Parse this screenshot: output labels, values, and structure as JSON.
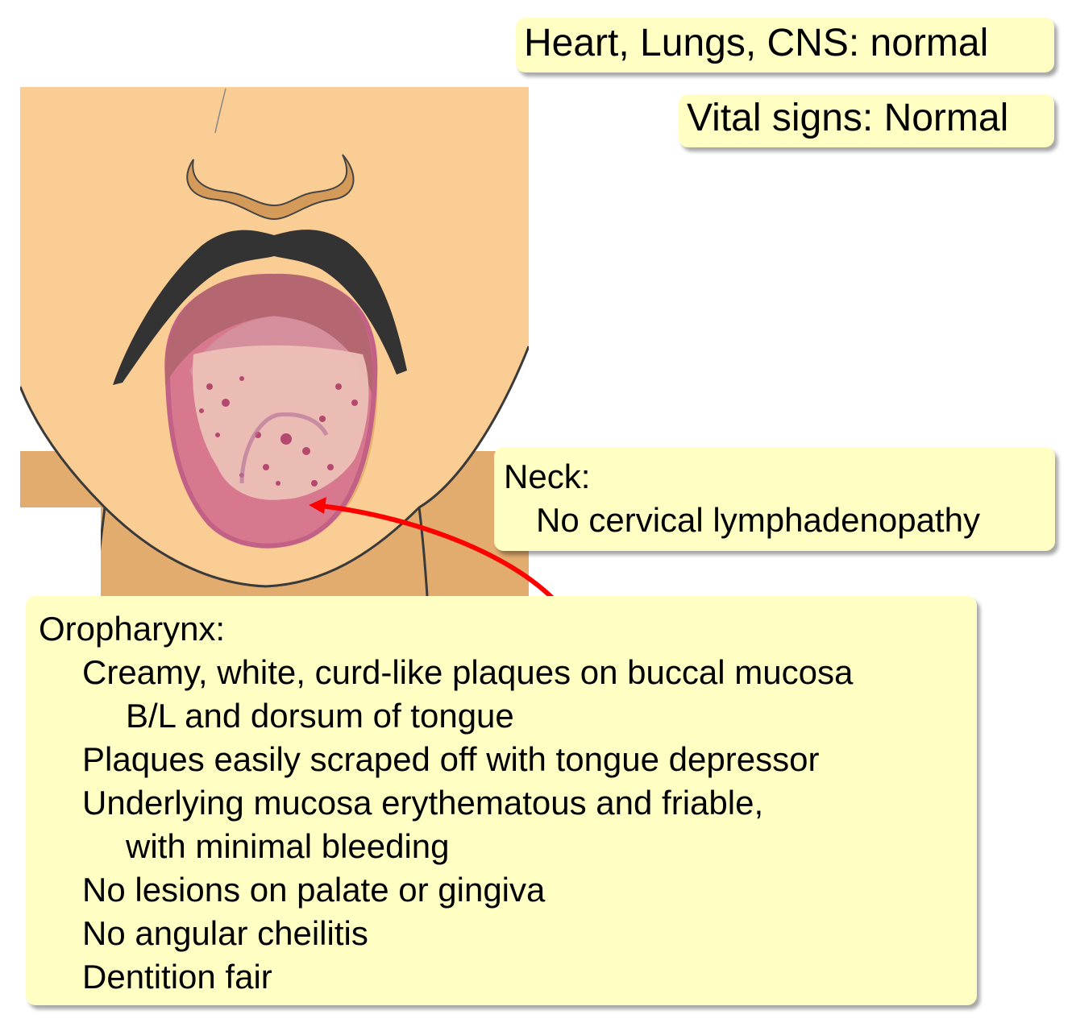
{
  "boxes": {
    "systems": "Heart, Lungs, CNS: normal",
    "vitals": "Vital signs: Normal",
    "neck": {
      "title": "Neck:",
      "lines": [
        "No cervical lymphadenopathy"
      ]
    },
    "oropharynx": {
      "title": "Oropharynx:",
      "lines": [
        "Creamy, white, curd-like plaques on buccal mucosa",
        "B/L and dorsum of tongue",
        "Plaques easily scraped off with tongue depressor",
        "Underlying mucosa erythematous and friable,",
        "with minimal bleeding",
        "No lesions on palate or gingiva",
        "No angular cheilitis",
        "Dentition fair"
      ]
    }
  },
  "colors": {
    "box": "#FFFFC4",
    "skin": "#F9CD93",
    "neck": "#E2AC6E",
    "arrow": "#FF0000",
    "mustache": "#333333",
    "tongue": "#D8788F"
  }
}
